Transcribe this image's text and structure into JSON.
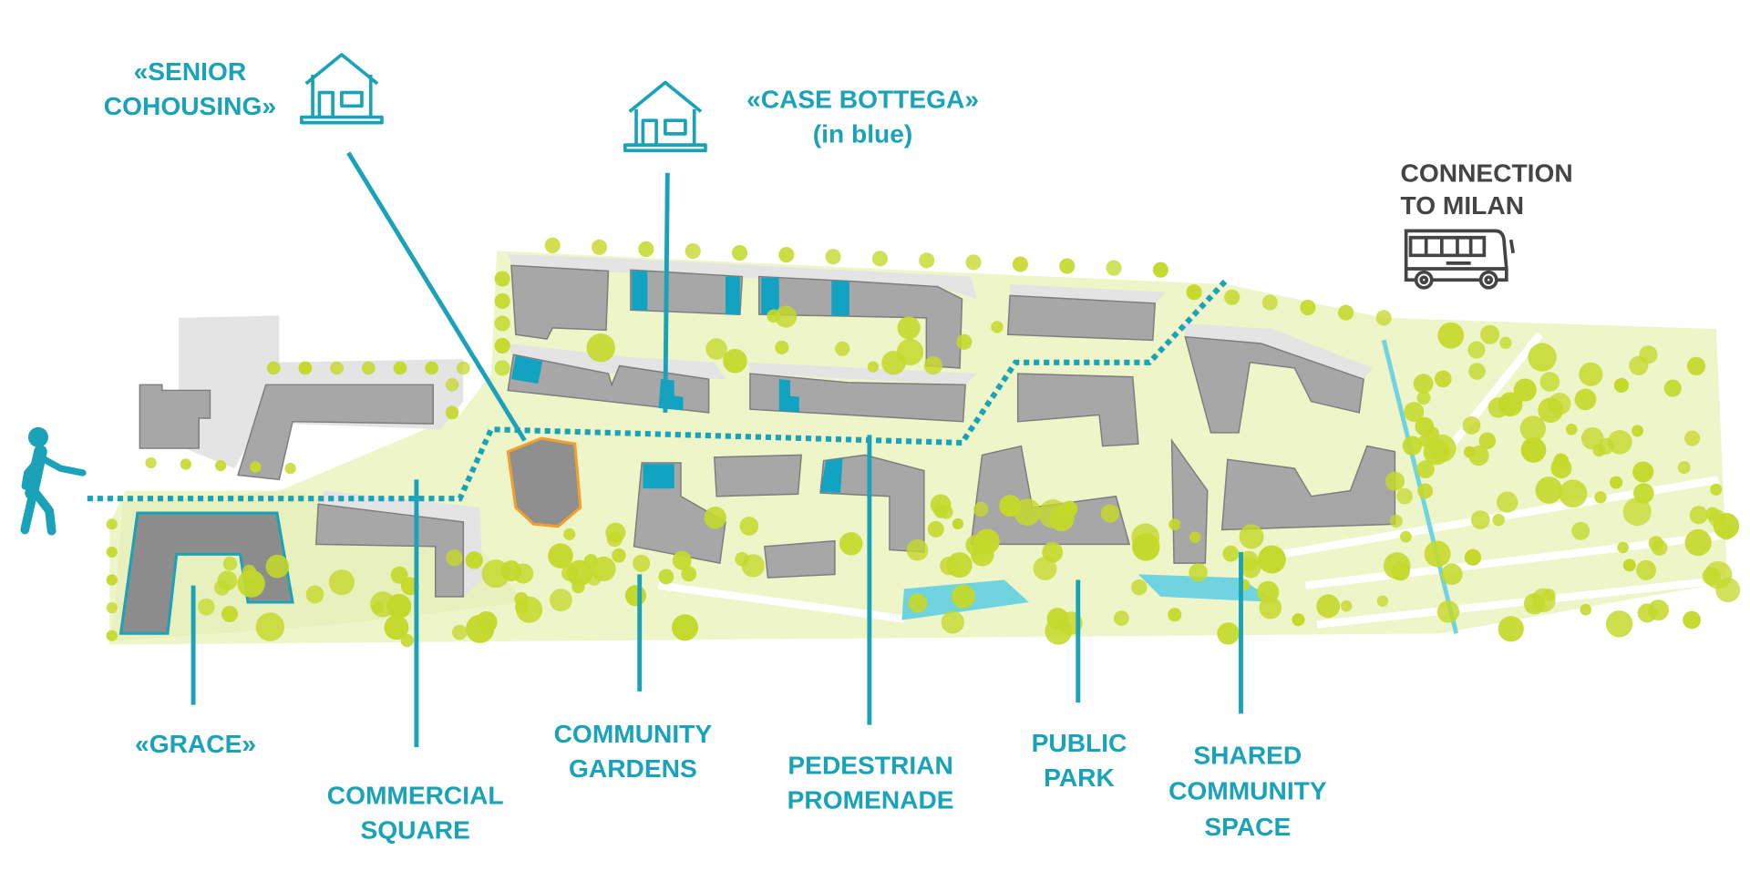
{
  "colors": {
    "accent": "#1aa3b8",
    "building": "#a7a7a7",
    "tree": "#c4d92b",
    "green_area": "#edf5c9",
    "water": "#6fd3e0",
    "senior_outline": "#f0a030",
    "dark_text": "#444444"
  },
  "labels": {
    "senior_cohousing": [
      "«SENIOR",
      "COHOUSING»"
    ],
    "case_bottega": [
      "«CASE BOTTEGA»",
      "(in blue)"
    ],
    "connection": [
      "CONNECTION",
      "TO MILAN"
    ],
    "grace": [
      "«GRACE»"
    ],
    "commercial_square": [
      "COMMERCIAL",
      "SQUARE"
    ],
    "community_gardens": [
      "COMMUNITY",
      "GARDENS"
    ],
    "pedestrian_promenade": [
      "PEDESTRIAN",
      "PROMENADE"
    ],
    "public_park": [
      "PUBLIC",
      "PARK"
    ],
    "shared_community_space": [
      "SHARED",
      "COMMUNITY",
      "SPACE"
    ]
  },
  "icons": {
    "senior_house": "house-icon",
    "bottega_house": "house-icon",
    "bus": "bus-icon",
    "pedestrian": "walking-person-icon"
  }
}
